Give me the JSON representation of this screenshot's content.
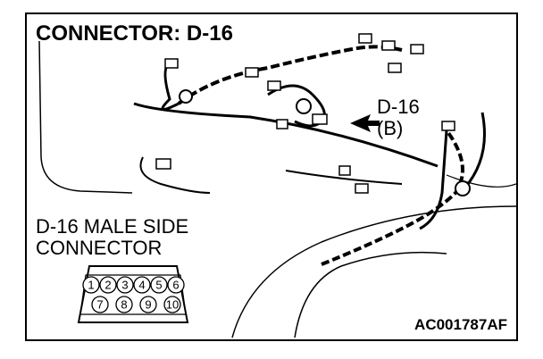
{
  "title": "CONNECTOR: D-16",
  "callout": {
    "line1": "D-16",
    "line2": "(B)"
  },
  "side_label": {
    "line1": "D-16 MALE SIDE",
    "line2": "CONNECTOR"
  },
  "pins_top": [
    "1",
    "2",
    "3",
    "4",
    "5",
    "6"
  ],
  "pins_bottom": [
    "7",
    "8",
    "9",
    "10"
  ],
  "figure_code": "AC001787AF"
}
